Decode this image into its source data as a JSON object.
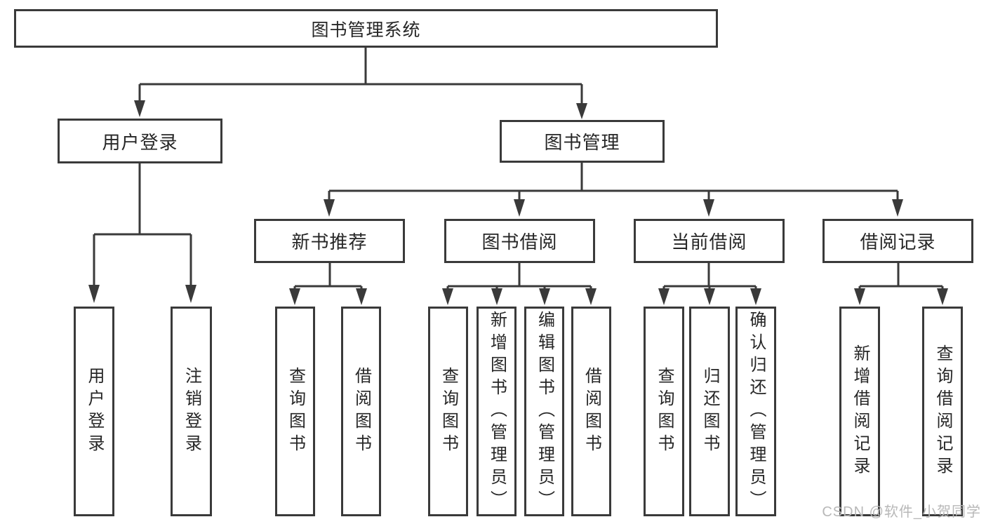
{
  "page": {
    "background": "#ffffff"
  },
  "colors": {
    "line": "#3a3a3a",
    "box_border": "#3a3a3a",
    "text": "#262626",
    "watermark": "#b8b8b8"
  },
  "tree": {
    "root": {
      "label": "图书管理系统"
    },
    "branches": [
      {
        "label": "用户登录",
        "children": [
          {
            "label": "用户登录"
          },
          {
            "label": "注销登录"
          }
        ]
      },
      {
        "label": "图书管理",
        "children": [
          {
            "label": "新书推荐",
            "children": [
              {
                "label": "查询图书"
              },
              {
                "label": "借阅图书"
              }
            ]
          },
          {
            "label": "图书借阅",
            "children": [
              {
                "label": "查询图书"
              },
              {
                "label": "新增图书（管理员）"
              },
              {
                "label": "编辑图书（管理员）"
              },
              {
                "label": "借阅图书"
              }
            ]
          },
          {
            "label": "当前借阅",
            "children": [
              {
                "label": "查询图书"
              },
              {
                "label": "归还图书"
              },
              {
                "label": "确认归还（管理员）"
              }
            ]
          },
          {
            "label": "借阅记录",
            "children": [
              {
                "label": "新增借阅记录"
              },
              {
                "label": "查询借阅记录"
              }
            ]
          }
        ]
      }
    ]
  },
  "watermark": {
    "text": "CSDN @软件_小贺同学"
  }
}
